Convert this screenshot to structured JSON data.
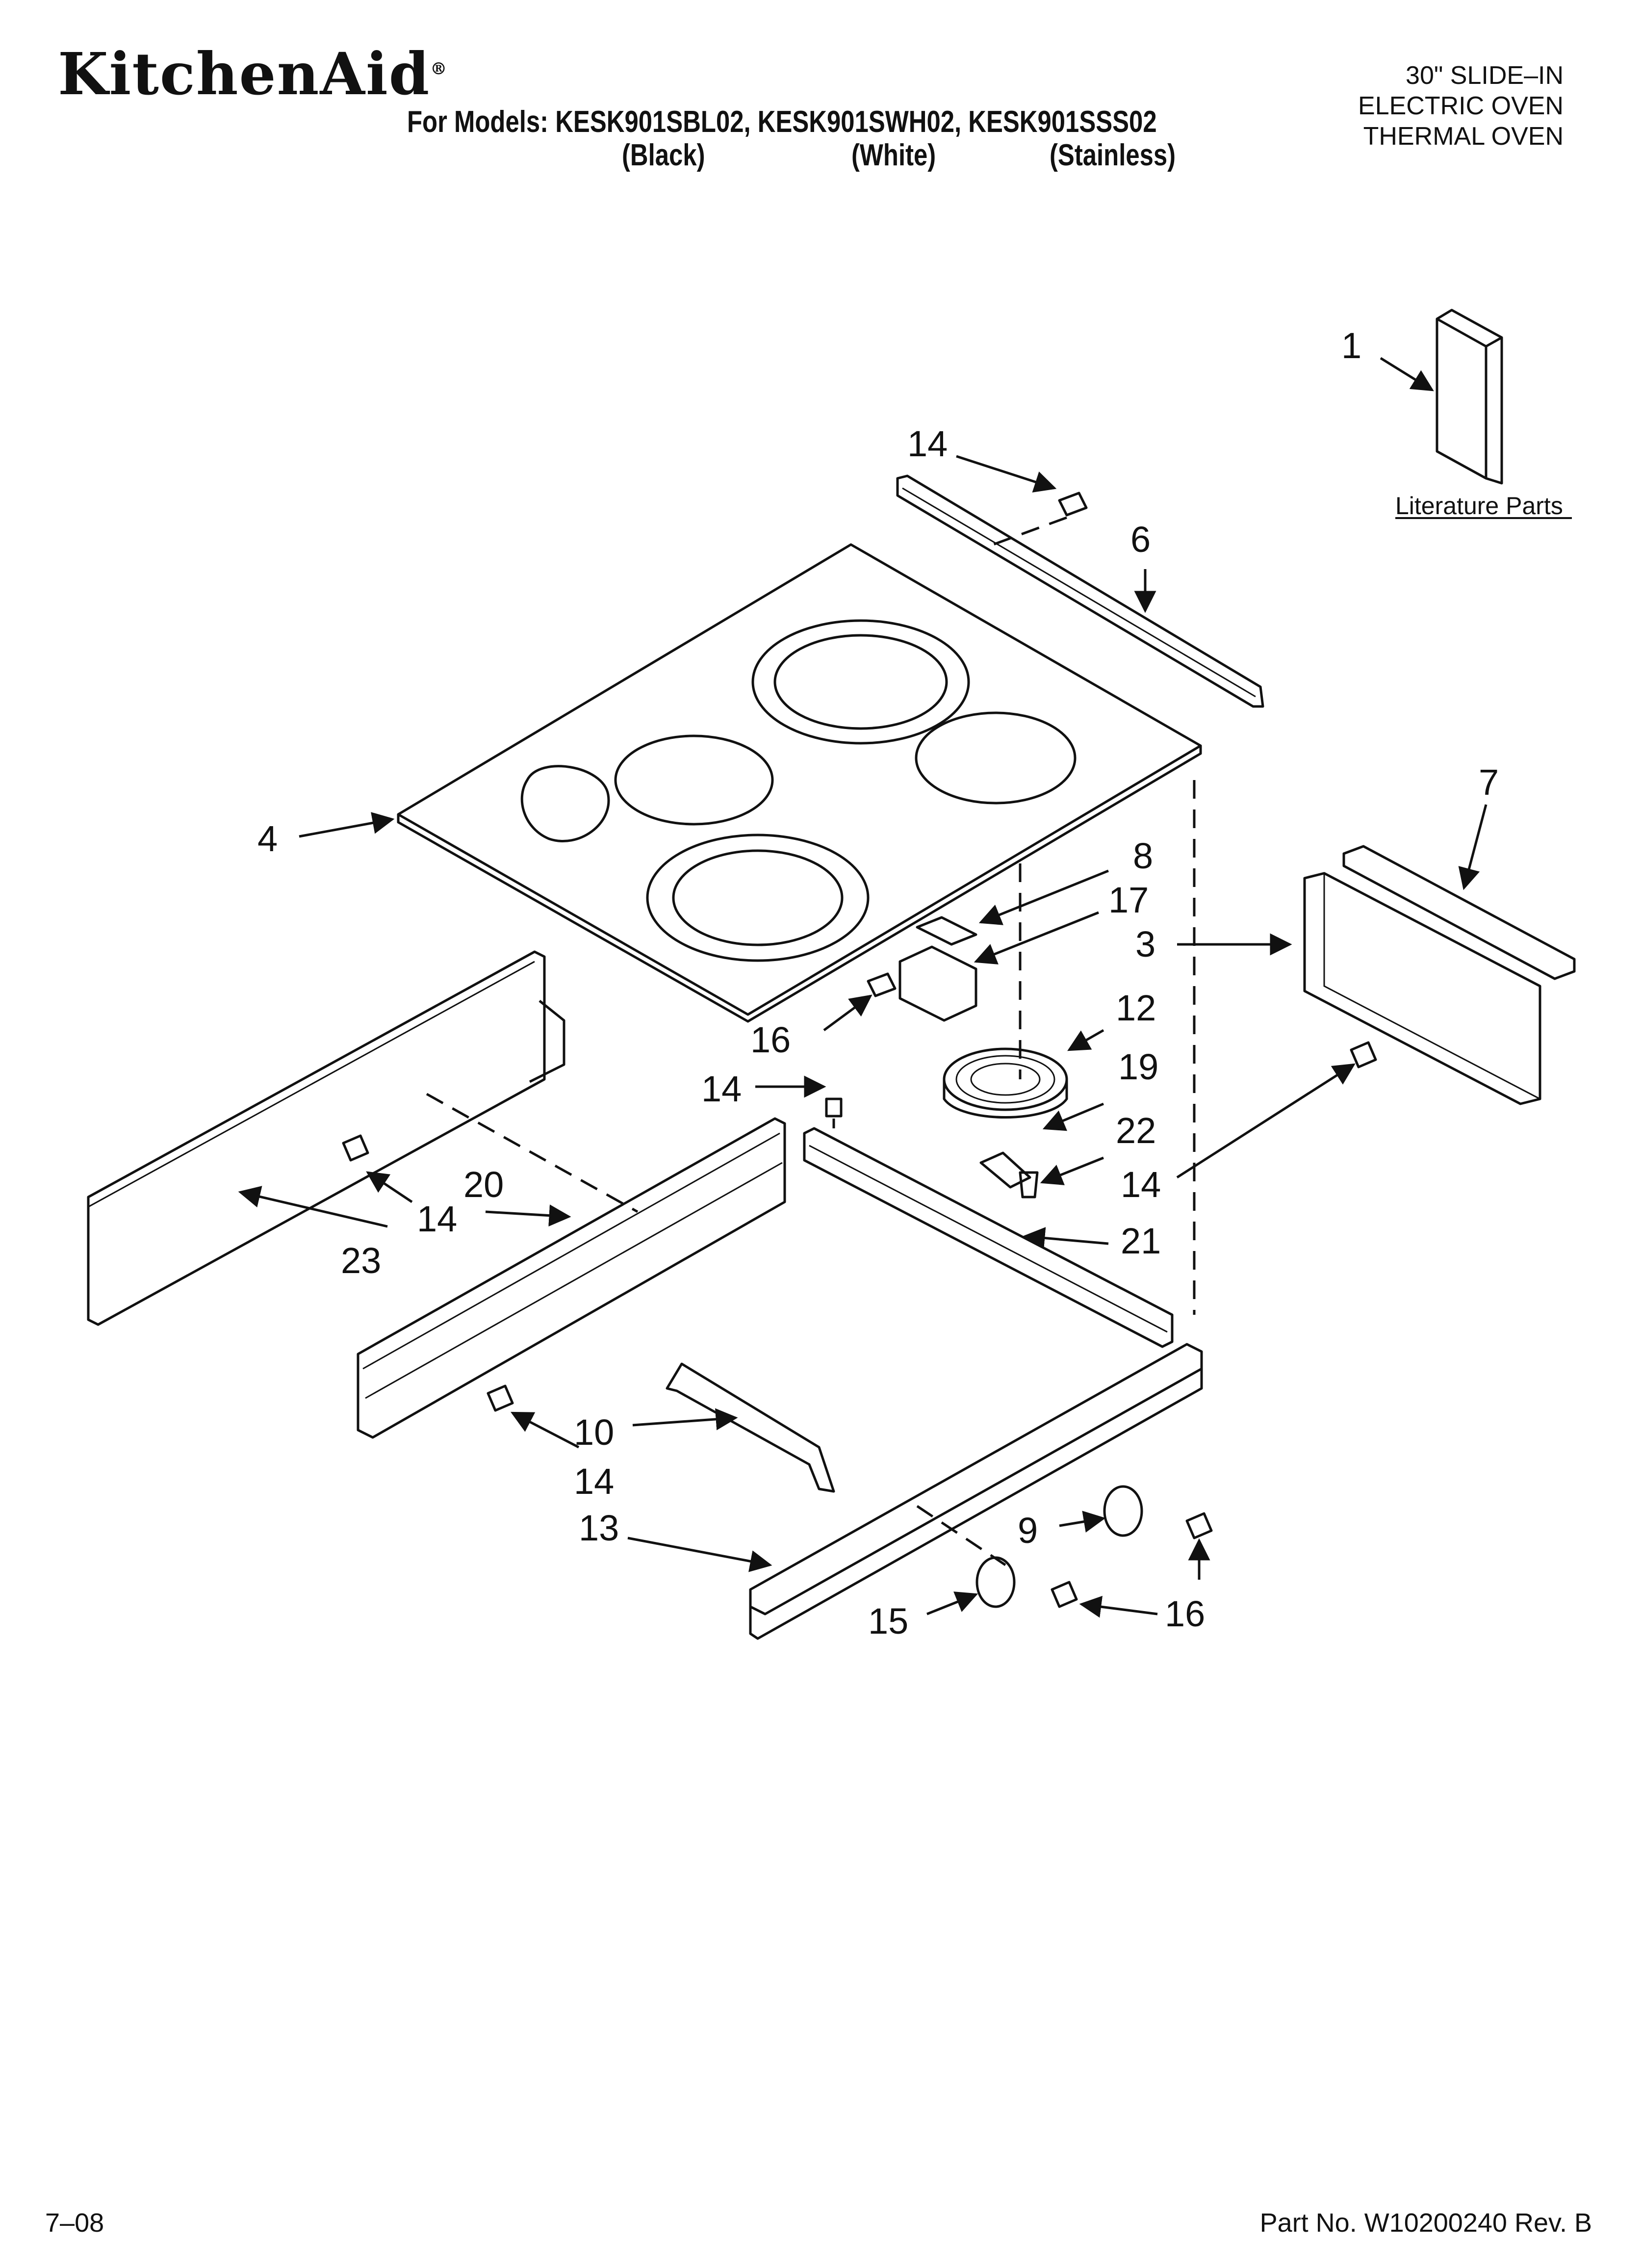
{
  "header": {
    "brand": "KitchenAid",
    "brand_mark": "®",
    "models_line": "For Models: KESK901SBL02, KESK901SWH02, KESK901SSS02",
    "finishes": [
      "(Black)",
      "(White)",
      "(Stainless)"
    ],
    "product_lines": [
      "30\" SLIDE–IN",
      "ELECTRIC OVEN",
      "THERMAL OVEN"
    ]
  },
  "literature_label": "Literature Parts",
  "callouts": {
    "c1": "1",
    "c14a": "14",
    "c6": "6",
    "c4": "4",
    "c8": "8",
    "c17": "17",
    "c7": "7",
    "c3": "3",
    "c16a": "16",
    "c12": "12",
    "c14b": "14",
    "c19": "19",
    "c22": "22",
    "c14c": "14",
    "c20": "20",
    "c14d": "14",
    "c21": "21",
    "c23": "23",
    "c10": "10",
    "c14e": "14",
    "c13": "13",
    "c9": "9",
    "c15": "15",
    "c16b": "16"
  },
  "footer": {
    "date": "7–08",
    "part_number": "Part No. W10200240 Rev. B"
  }
}
